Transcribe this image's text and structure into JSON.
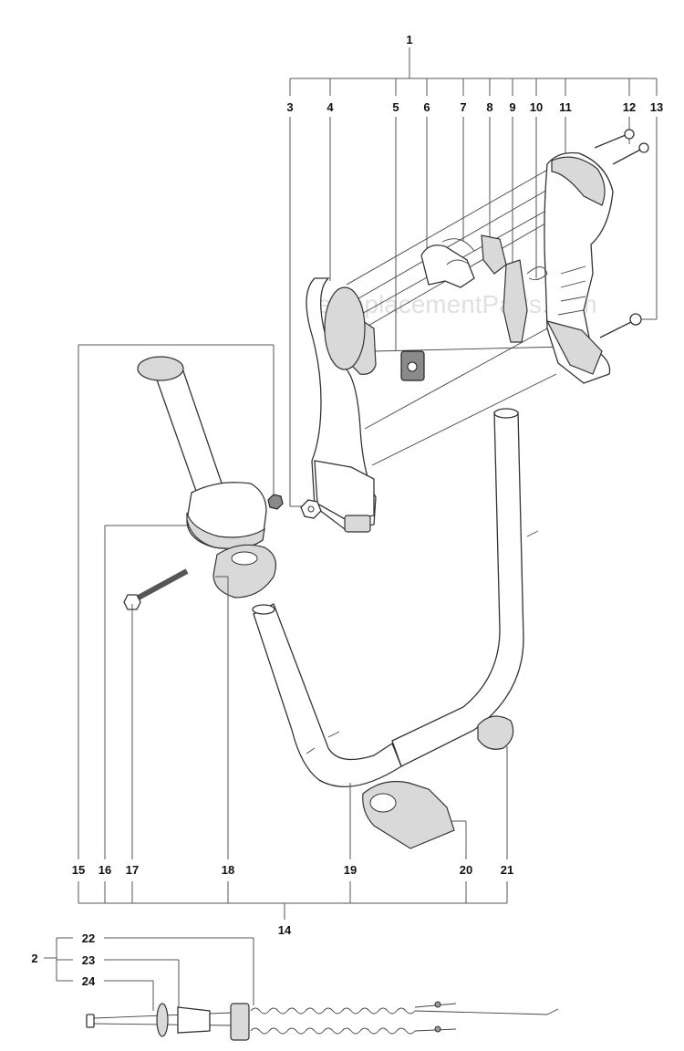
{
  "watermark": "eReplacementParts.com",
  "callouts": {
    "n1": "1",
    "n2": "2",
    "n3": "3",
    "n4": "4",
    "n5": "5",
    "n6": "6",
    "n7": "7",
    "n8": "8",
    "n9": "9",
    "n10": "10",
    "n11": "11",
    "n12": "12",
    "n13": "13",
    "n14": "14",
    "n15": "15",
    "n16": "16",
    "n17": "17",
    "n18": "18",
    "n19": "19",
    "n20": "20",
    "n21": "21",
    "n22": "22",
    "n23": "23",
    "n24": "24"
  }
}
